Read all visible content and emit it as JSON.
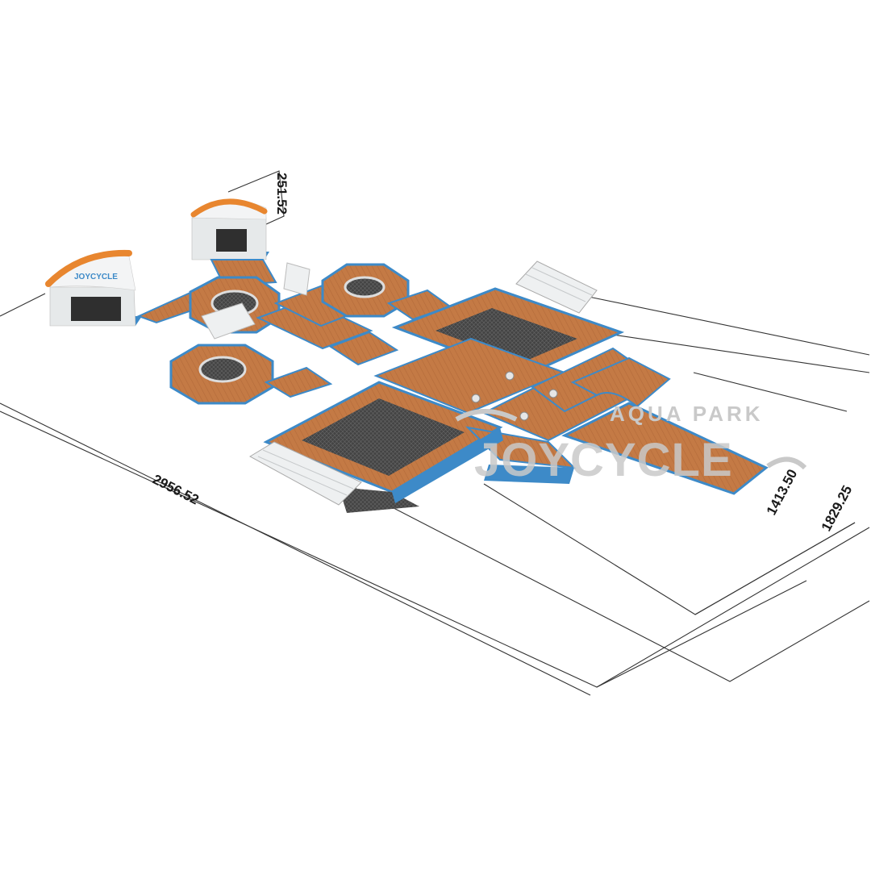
{
  "dimensions": {
    "length": "2956.52",
    "width_inner": "1413.50",
    "width_outer": "1829.25",
    "height": "251.52"
  },
  "watermark": {
    "tagline": "AQUA PARK",
    "brand": "JOYCYCLE"
  },
  "colors": {
    "deck": "#c47a45",
    "deck_dark": "#a8633a",
    "float_edge": "#3d8ac8",
    "float_white": "#eef0f1",
    "canopy_orange": "#e8862f",
    "net": "#3a3a3a",
    "dim_line": "#333333"
  }
}
